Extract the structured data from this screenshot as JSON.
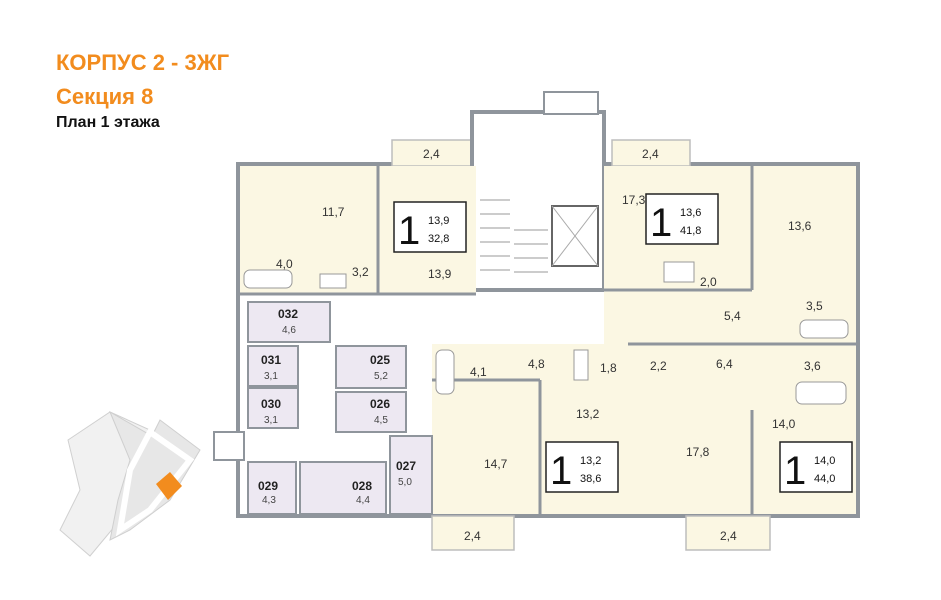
{
  "header": {
    "building": "КОРПУС 2 - 3ЖГ",
    "section": "Секция 8",
    "plan": "План 1 этажа"
  },
  "colors": {
    "accent": "#f28c1e",
    "apartment": "#fbf7e3",
    "storage": "#ede8f2",
    "wall": "#8f959c"
  },
  "apartments": [
    {
      "rooms": "1",
      "living": "13,9",
      "total": "32,8"
    },
    {
      "rooms": "1",
      "living": "13,6",
      "total": "41,8"
    },
    {
      "rooms": "1",
      "living": "13,2",
      "total": "38,6"
    },
    {
      "rooms": "1",
      "living": "14,0",
      "total": "44,0"
    }
  ],
  "storage_rooms": [
    {
      "code": "032",
      "area": "4,6"
    },
    {
      "code": "031",
      "area": "3,1"
    },
    {
      "code": "030",
      "area": "3,1"
    },
    {
      "code": "025",
      "area": "5,2"
    },
    {
      "code": "026",
      "area": "4,5"
    },
    {
      "code": "027",
      "area": "5,0"
    },
    {
      "code": "029",
      "area": "4,3"
    },
    {
      "code": "028",
      "area": "4,4"
    }
  ],
  "room_areas": {
    "balcony_top_left": "2,4",
    "balcony_top_right": "2,4",
    "balcony_bottom_left": "2,4",
    "balcony_bottom_right": "2,4",
    "a1_kitchen": "11,7",
    "a1_bath": "4,0",
    "a1_hall": "3,2",
    "a1_room": "13,9",
    "a2_room": "17,3",
    "a2_bath": "2,0",
    "a2_hall": "5,4",
    "a2_bath2": "3,5",
    "a2_kitchen": "13,6",
    "a3_bath": "4,1",
    "a3_hall": "4,8",
    "a3_wc": "1,8",
    "a3_room": "13,2",
    "a3_kitchen": "14,7",
    "a4_bath": "2,2",
    "a4_hall": "6,4",
    "a4_bath2": "3,6",
    "a4_kitchen": "17,8",
    "a4_room": "14,0"
  }
}
